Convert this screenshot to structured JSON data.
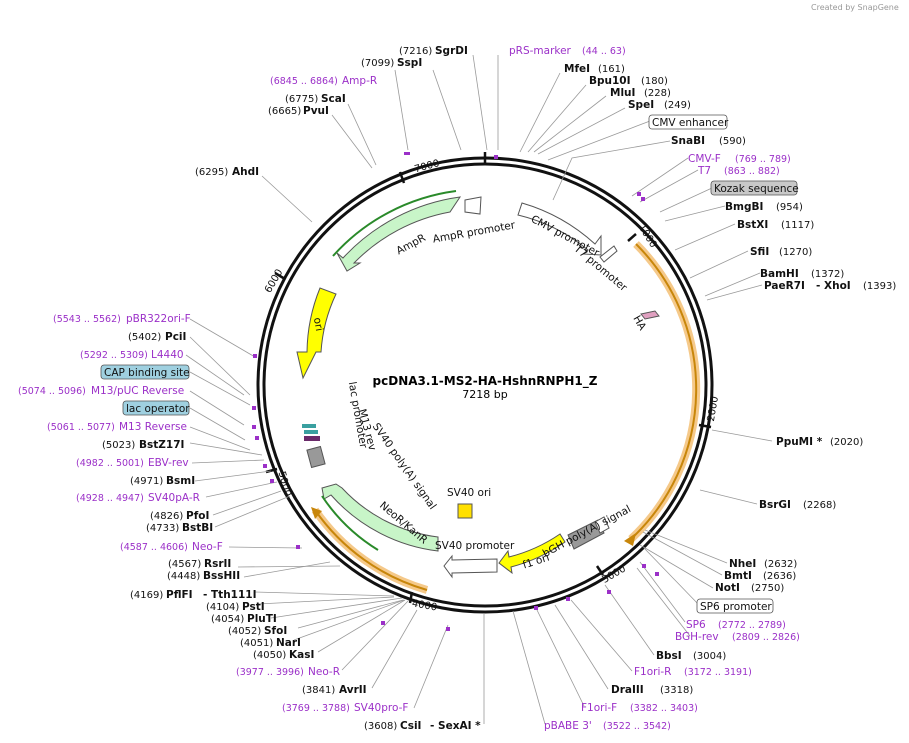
{
  "brand": "Created by  SnapGene",
  "title": "pcDNA3.1-MS2-HA-HshnRNPH1_Z",
  "length_label": "7218 bp",
  "ticks": [
    "1000",
    "2000",
    "3000",
    "4000",
    "5000",
    "6000",
    "7000"
  ],
  "labels": [
    {
      "name": "SgrDI",
      "pos": "(7216)"
    },
    {
      "name": "SspI",
      "pos": "(7099)"
    },
    {
      "name": "ScaI",
      "pos": "(6775)"
    },
    {
      "name": "PvuI",
      "pos": "(6665)"
    },
    {
      "name": "AhdI",
      "pos": "(6295)"
    },
    {
      "name": "MfeI",
      "pos": "(161)"
    },
    {
      "name": "Bpu10I",
      "pos": "(180)"
    },
    {
      "name": "MluI",
      "pos": "(228)"
    },
    {
      "name": "SpeI",
      "pos": "(249)"
    },
    {
      "name": "SnaBI",
      "pos": "(590)"
    },
    {
      "name": "BmgBI",
      "pos": "(954)"
    },
    {
      "name": "BstXI",
      "pos": "(1117)"
    },
    {
      "name": "SfiI",
      "pos": "(1270)"
    },
    {
      "name": "BamHI",
      "pos": "(1372)"
    },
    {
      "name": "PaeR7I",
      "pos": "(1393)"
    },
    {
      "name": "- XhoI",
      "pos": ""
    },
    {
      "name": "PpuMI *",
      "pos": "(2020)"
    },
    {
      "name": "BsrGI",
      "pos": "(2268)"
    },
    {
      "name": "NheI",
      "pos": "(2632)"
    },
    {
      "name": "BmtI",
      "pos": "(2636)"
    },
    {
      "name": "NotI",
      "pos": "(2750)"
    },
    {
      "name": "BbsI",
      "pos": "(3004)"
    },
    {
      "name": "DraIII",
      "pos": "(3318)"
    },
    {
      "name": "CsiI",
      "pos": "(3608)"
    },
    {
      "name": "- SexAI *",
      "pos": ""
    },
    {
      "name": "AvrII",
      "pos": "(3841)"
    },
    {
      "name": "KasI",
      "pos": "(4050)"
    },
    {
      "name": "NarI",
      "pos": "(4051)"
    },
    {
      "name": "SfoI",
      "pos": "(4052)"
    },
    {
      "name": "PluTI",
      "pos": "(4054)"
    },
    {
      "name": "PstI",
      "pos": "(4104)"
    },
    {
      "name": "PflFI",
      "pos": "(4169)"
    },
    {
      "name": "- Tth111I",
      "pos": ""
    },
    {
      "name": "BssHII",
      "pos": "(4448)"
    },
    {
      "name": "RsrII",
      "pos": "(4567)"
    },
    {
      "name": "BstBI",
      "pos": "(4733)"
    },
    {
      "name": "PfoI",
      "pos": "(4826)"
    },
    {
      "name": "BsmI",
      "pos": "(4971)"
    },
    {
      "name": "BstZ17I",
      "pos": "(5023)"
    },
    {
      "name": "PciI",
      "pos": "(5402)"
    }
  ],
  "primers": [
    {
      "name": "pRS-marker",
      "range": "(44 .. 63)"
    },
    {
      "name": "Amp-R",
      "range": "(6845 .. 6864)"
    },
    {
      "name": "CMV-F",
      "range": "(769 .. 789)"
    },
    {
      "name": "T7",
      "range": "(863 .. 882)"
    },
    {
      "name": "SP6",
      "range": "(2772 .. 2789)"
    },
    {
      "name": "BGH-rev",
      "range": "(2809 .. 2826)"
    },
    {
      "name": "F1ori-R",
      "range": "(3172 .. 3191)"
    },
    {
      "name": "F1ori-F",
      "range": "(3382 .. 3403)"
    },
    {
      "name": "pBABE 3'",
      "range": "(3522 .. 3542)"
    },
    {
      "name": "SV40pro-F",
      "range": "(3769 .. 3788)"
    },
    {
      "name": "Neo-R",
      "range": "(3977 .. 3996)"
    },
    {
      "name": "Neo-F",
      "range": "(4587 .. 4606)"
    },
    {
      "name": "SV40pA-R",
      "range": "(4928 .. 4947)"
    },
    {
      "name": "EBV-rev",
      "range": "(4982 .. 5001)"
    },
    {
      "name": "M13 Reverse",
      "range": "(5061 .. 5077)"
    },
    {
      "name": "M13/pUC Reverse",
      "range": "(5074 .. 5096)"
    },
    {
      "name": "L4440",
      "range": "(5292 .. 5309)"
    },
    {
      "name": "pBR322ori-F",
      "range": "(5543 .. 5562)"
    }
  ],
  "boxed": [
    "CMV enhancer",
    "Kozak sequence",
    "SP6 promoter",
    "CAP binding site",
    "lac operator"
  ],
  "features": [
    "AmpR",
    "AmpR promoter",
    "CMV promoter",
    "T7 promoter",
    "HA",
    "ori",
    "lac promoter",
    "M13 rev",
    "SV40 poly(A) signal",
    "NeoR/KanR",
    "SV40 promoter",
    "SV40 ori",
    "f1 ori",
    "bGH poly(A) signal"
  ],
  "colors": {
    "primer": "#9b30c8",
    "ampr": "#c8f5c8",
    "ori": "#ffff00",
    "orf_highlight": "#f5c98a",
    "orf_line": "#c8860a",
    "sv40ori": "#ffe000",
    "grey_feature": "#999999"
  }
}
